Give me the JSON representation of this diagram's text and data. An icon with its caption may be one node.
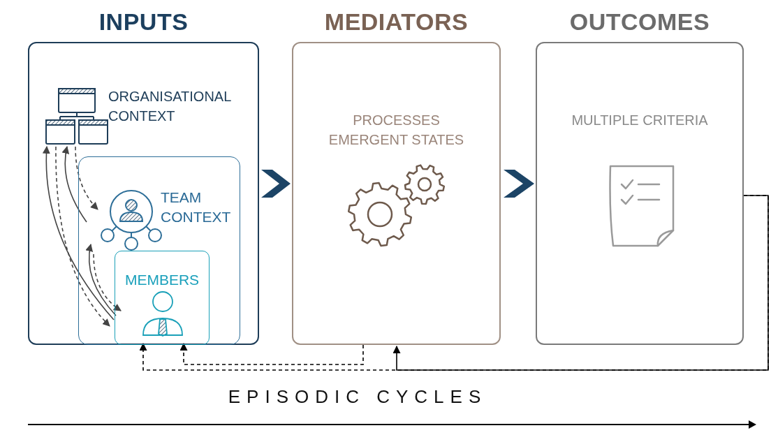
{
  "diagram": {
    "nodes": [
      {
        "text": [
          "INPUTS"
        ]
      },
      {
        "text": [
          "ORGANISATIONAL CONTEXT"
        ],
        "in": 0
      },
      {
        "text": [
          "TEAM CONTEXT"
        ],
        "in": 0
      },
      {
        "text": [
          "MEMBERS"
        ],
        "in": 2
      },
      {
        "text": [
          "MEDIATORS",
          "PROCESSES EMERGENT STATES"
        ]
      },
      {
        "text": [
          "OUTCOMES",
          "MULTIPLE CRITERIA"
        ]
      }
    ],
    "edges": [
      {
        "from": 0,
        "to": 4,
        "arrow": "to",
        "color": "#1c4466",
        "style": "thick"
      },
      {
        "from": 4,
        "to": 5,
        "arrow": "to",
        "color": "#1c4466",
        "style": "thick"
      },
      {
        "from": 2,
        "to": 1,
        "arrow": "to",
        "color": "#444444"
      },
      {
        "from": 1,
        "to": 2,
        "arrow": "to",
        "style": "dashed",
        "color": "#444444"
      },
      {
        "from": 3,
        "to": 1,
        "arrow": "to",
        "color": "#444444"
      },
      {
        "from": 1,
        "to": 3,
        "arrow": "to",
        "style": "dashed",
        "color": "#444444"
      },
      {
        "from": 3,
        "to": 2,
        "arrow": "to",
        "color": "#444444"
      },
      {
        "from": 2,
        "to": 3,
        "arrow": "to",
        "style": "dashed",
        "color": "#444444"
      },
      {
        "from": 5,
        "to": 4,
        "arrow": "to"
      },
      {
        "from": 4,
        "to": 3,
        "arrow": "to",
        "style": "dashed"
      },
      {
        "from": 5,
        "to": 3,
        "arrow": "to",
        "style": "dashed"
      }
    ],
    "labels": [
      "EPISODIC CYCLES"
    ]
  }
}
